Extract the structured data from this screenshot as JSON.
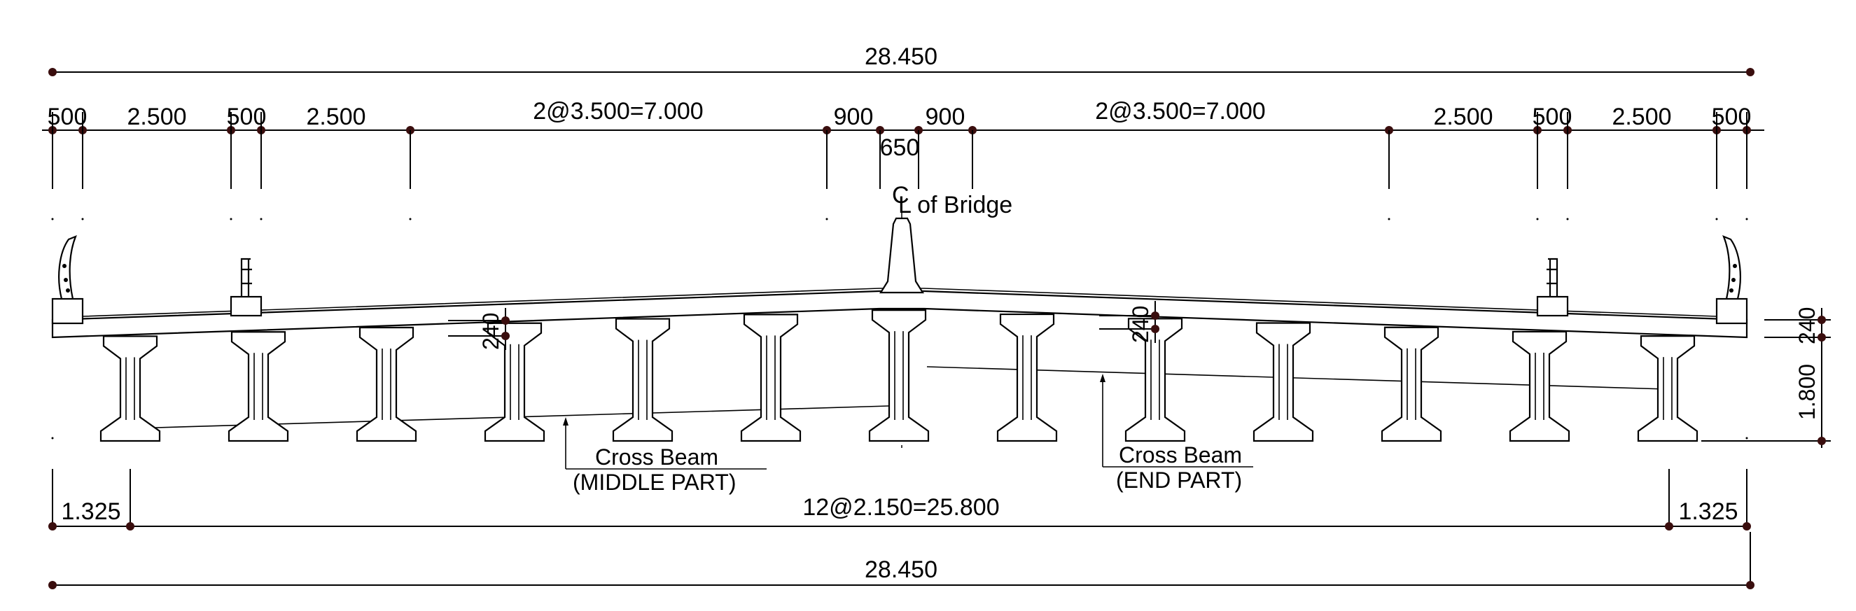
{
  "dimensions": {
    "overall_top": "28.450",
    "overall_bottom": "28.450",
    "girder_spacing": "12@2.150=25.800",
    "edge_left": "1.325",
    "edge_right": "1.325",
    "top_segments": {
      "barrier_left_outer": "500",
      "walkway_left": "2.500",
      "barrier_left_inner": "500",
      "walkway_left_2": "2.500",
      "lanes_left": "2@3.500=7.000",
      "shoulder_left": "900",
      "median": "650",
      "shoulder_right": "900",
      "lanes_right": "2@3.500=7.000",
      "walkway_right": "2.500",
      "barrier_right_inner": "500",
      "walkway_right_2": "2.500",
      "barrier_right_outer": "500"
    },
    "slab_thickness_left": "240",
    "slab_thickness_right": "240",
    "slab_thickness_side": "240",
    "girder_depth": "1.800"
  },
  "labels": {
    "centerline_symbol": "C",
    "centerline_text": "L of Bridge",
    "cross_beam_middle_title": "Cross Beam",
    "cross_beam_middle_sub": "(MIDDLE PART)",
    "cross_beam_end_title": "Cross Beam",
    "cross_beam_end_sub": "(END PART)"
  }
}
